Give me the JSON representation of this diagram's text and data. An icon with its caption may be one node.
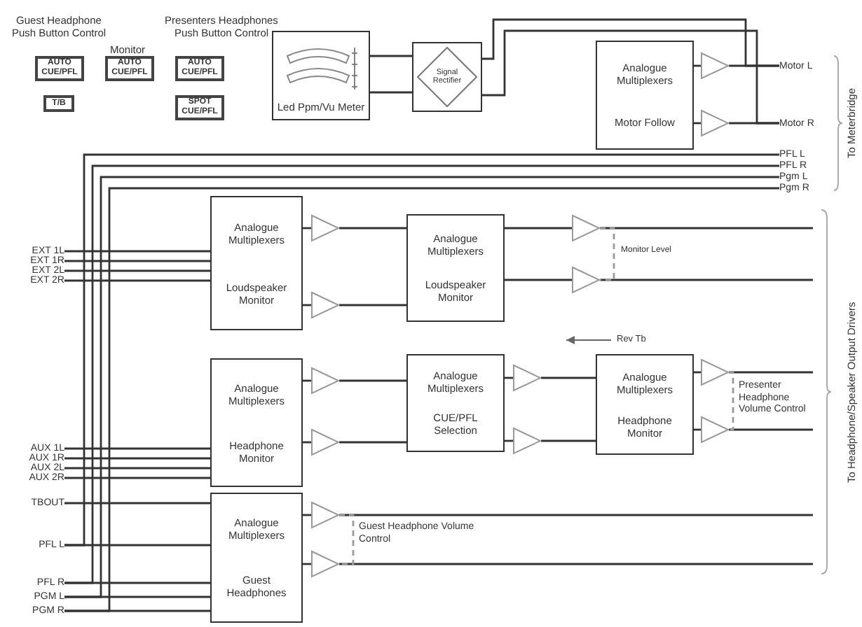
{
  "diagram": {
    "nodes": [
      {
        "text": [
          "AUTO CUE/PFL"
        ]
      },
      {
        "text": [
          "AUTO CUE/PFL"
        ]
      },
      {
        "text": [
          "AUTO CUE/PFL"
        ]
      },
      {
        "text": [
          "T/B"
        ]
      },
      {
        "text": [
          "SPOT CUE/PFL"
        ]
      },
      {
        "text": [
          "Led Ppm/Vu Meter"
        ]
      },
      {
        "text": [
          "Signal Rectifier"
        ]
      },
      {
        "text": [
          "Analogue Multiplexers",
          "Motor Follow"
        ]
      },
      {
        "text": [],
        "shape": "triangle"
      },
      {
        "text": [],
        "shape": "triangle"
      },
      {
        "text": [
          "Motor L"
        ]
      },
      {
        "text": [
          "Motor R"
        ]
      },
      {
        "text": [
          "PFL L"
        ]
      },
      {
        "text": [
          "PFL R"
        ]
      },
      {
        "text": [
          "Pgm L"
        ]
      },
      {
        "text": [
          "Pgm R"
        ]
      },
      {
        "text": [
          "EXT 1L"
        ]
      },
      {
        "text": [
          "EXT 1R"
        ]
      },
      {
        "text": [
          "EXT 2L"
        ]
      },
      {
        "text": [
          "EXT 2R"
        ]
      },
      {
        "text": [
          "Analogue Multiplexers",
          "Loudspeaker Monitor"
        ]
      },
      {
        "text": [],
        "shape": "triangle"
      },
      {
        "text": [],
        "shape": "triangle"
      },
      {
        "text": [
          "Analogue Multiplexers",
          "Loudspeaker Monitor"
        ]
      },
      {
        "text": [],
        "shape": "triangle"
      },
      {
        "text": [],
        "shape": "triangle"
      },
      {
        "text": [
          "Analogue Multiplexers",
          "Headphone Monitor"
        ]
      },
      {
        "text": [],
        "shape": "triangle"
      },
      {
        "text": [],
        "shape": "triangle"
      },
      {
        "text": [
          "Analogue Multiplexers",
          "CUE/PFL Selection"
        ]
      },
      {
        "text": [],
        "shape": "triangle"
      },
      {
        "text": [],
        "shape": "triangle"
      },
      {
        "text": [
          "Analogue Multiplexers",
          "Headphone Monitor"
        ]
      },
      {
        "text": [],
        "shape": "triangle"
      },
      {
        "text": [],
        "shape": "triangle"
      },
      {
        "text": [
          "AUX 1L"
        ]
      },
      {
        "text": [
          "AUX 1R"
        ]
      },
      {
        "text": [
          "AUX 2L"
        ]
      },
      {
        "text": [
          "AUX 2R"
        ]
      },
      {
        "text": [
          "TBOUT"
        ]
      },
      {
        "text": [
          "PFL L"
        ]
      },
      {
        "text": [
          "PFL R"
        ]
      },
      {
        "text": [
          "PGM L"
        ]
      },
      {
        "text": [
          "PGM R"
        ]
      },
      {
        "text": [
          "Analogue Multiplexers",
          "Guest Headphones"
        ]
      },
      {
        "text": [],
        "shape": "triangle"
      },
      {
        "text": [],
        "shape": "triangle"
      }
    ],
    "edges": [
      {
        "from": 5,
        "to": 6,
        "arrow": "none"
      },
      {
        "from": 5,
        "to": 6,
        "arrow": "none"
      },
      {
        "from": 6,
        "to": 10,
        "arrow": "none"
      },
      {
        "from": 6,
        "to": 11,
        "arrow": "none"
      },
      {
        "from": 7,
        "to": 8,
        "arrow": "none"
      },
      {
        "from": 7,
        "to": 9,
        "arrow": "none"
      },
      {
        "from": 8,
        "to": 10,
        "arrow": "none"
      },
      {
        "from": 9,
        "to": 11,
        "arrow": "none"
      },
      {
        "from": 40,
        "to": 12,
        "arrow": "none"
      },
      {
        "from": 41,
        "to": 13,
        "arrow": "none"
      },
      {
        "from": 42,
        "to": 14,
        "arrow": "none"
      },
      {
        "from": 43,
        "to": 15,
        "arrow": "none"
      },
      {
        "from": 16,
        "to": 20,
        "arrow": "none"
      },
      {
        "from": 17,
        "to": 20,
        "arrow": "none"
      },
      {
        "from": 18,
        "to": 20,
        "arrow": "none"
      },
      {
        "from": 19,
        "to": 20,
        "arrow": "none"
      },
      {
        "from": 20,
        "to": 21,
        "arrow": "none"
      },
      {
        "from": 20,
        "to": 22,
        "arrow": "none"
      },
      {
        "from": 21,
        "to": 23,
        "arrow": "none"
      },
      {
        "from": 22,
        "to": 23,
        "arrow": "none"
      },
      {
        "from": 23,
        "to": 24,
        "arrow": "none"
      },
      {
        "from": 23,
        "to": 25,
        "arrow": "none"
      },
      {
        "from": 24,
        "to": null,
        "arrow": "none"
      },
      {
        "from": 25,
        "to": null,
        "arrow": "none"
      },
      {
        "from": 35,
        "to": 26,
        "arrow": "none"
      },
      {
        "from": 36,
        "to": 26,
        "arrow": "none"
      },
      {
        "from": 37,
        "to": 26,
        "arrow": "none"
      },
      {
        "from": 38,
        "to": 26,
        "arrow": "none"
      },
      {
        "from": 26,
        "to": 27,
        "arrow": "none"
      },
      {
        "from": 26,
        "to": 28,
        "arrow": "none"
      },
      {
        "from": 27,
        "to": 29,
        "arrow": "none"
      },
      {
        "from": 28,
        "to": 29,
        "arrow": "none"
      },
      {
        "from": 29,
        "to": 30,
        "arrow": "none"
      },
      {
        "from": 29,
        "to": 31,
        "arrow": "none"
      },
      {
        "from": 30,
        "to": 32,
        "arrow": "none"
      },
      {
        "from": 31,
        "to": 32,
        "arrow": "none"
      },
      {
        "from": 32,
        "to": 33,
        "arrow": "none"
      },
      {
        "from": 32,
        "to": 34,
        "arrow": "none"
      },
      {
        "from": 33,
        "to": null,
        "arrow": "none"
      },
      {
        "from": 34,
        "to": null,
        "arrow": "none"
      },
      {
        "from": 39,
        "to": 44,
        "arrow": "none"
      },
      {
        "from": 40,
        "to": 44,
        "arrow": "none"
      },
      {
        "from": 41,
        "to": 44,
        "arrow": "none"
      },
      {
        "from": 42,
        "to": 44,
        "arrow": "none"
      },
      {
        "from": 43,
        "to": 44,
        "arrow": "none"
      },
      {
        "from": 44,
        "to": 45,
        "arrow": "none"
      },
      {
        "from": 44,
        "to": 46,
        "arrow": "none"
      },
      {
        "from": 45,
        "to": null,
        "arrow": "none"
      },
      {
        "from": 46,
        "to": null,
        "arrow": "none"
      },
      {
        "from": 24,
        "to": 25,
        "arrow": "none",
        "style": "dashed",
        "color": "#999999"
      },
      {
        "from": 33,
        "to": 34,
        "arrow": "none",
        "style": "dashed",
        "color": "#999999"
      },
      {
        "from": 45,
        "to": 46,
        "arrow": "none",
        "style": "dashed",
        "color": "#999999"
      }
    ],
    "labels": [
      "Guest Headphone Push Button Control",
      "Presenters Headphones Push Button Control",
      "Monitor",
      "To Meterbridge",
      "Monitor Level",
      "Rev Tb",
      "Presenter Headphone Volume Control",
      "To Headphone/Speaker Output Drivers",
      "Guest Headphone Volume Control"
    ]
  }
}
